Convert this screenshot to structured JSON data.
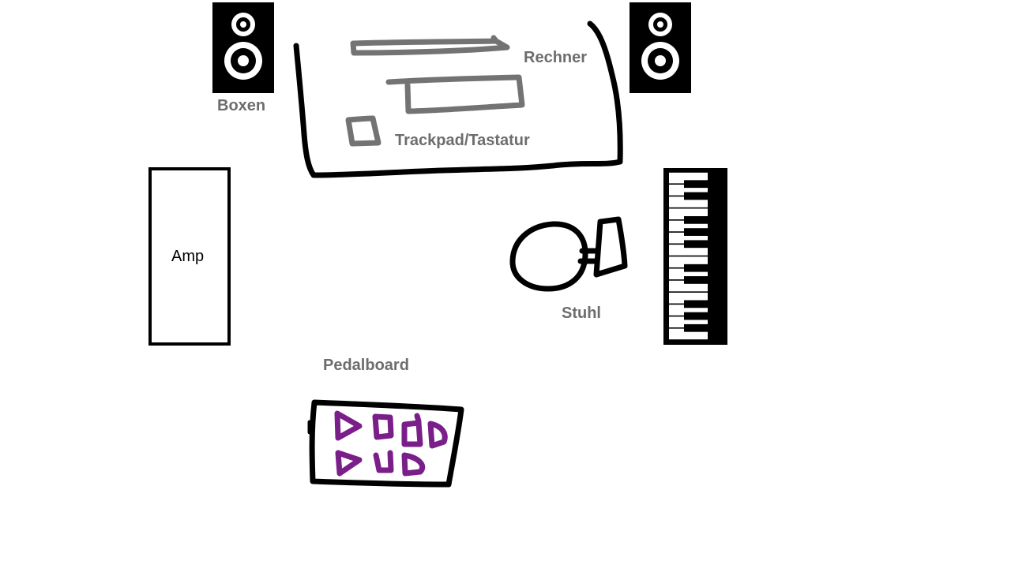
{
  "labels": {
    "speakers": "Boxen",
    "computer": "Rechner",
    "input_devices": "Trackpad/Tastatur",
    "amp": "Amp",
    "chair": "Stuhl",
    "pedalboard": "Pedalboard"
  },
  "colors": {
    "outline": "#000000",
    "label": "#6d6d6d",
    "sketch_gray": "#737373",
    "pedals": "#7a1f8a",
    "background": "#ffffff"
  },
  "icons": {
    "speaker": "speaker-icon",
    "keyboard": "piano-keyboard-icon",
    "chair": "chair-icon",
    "pedal": "pedal-icon"
  }
}
